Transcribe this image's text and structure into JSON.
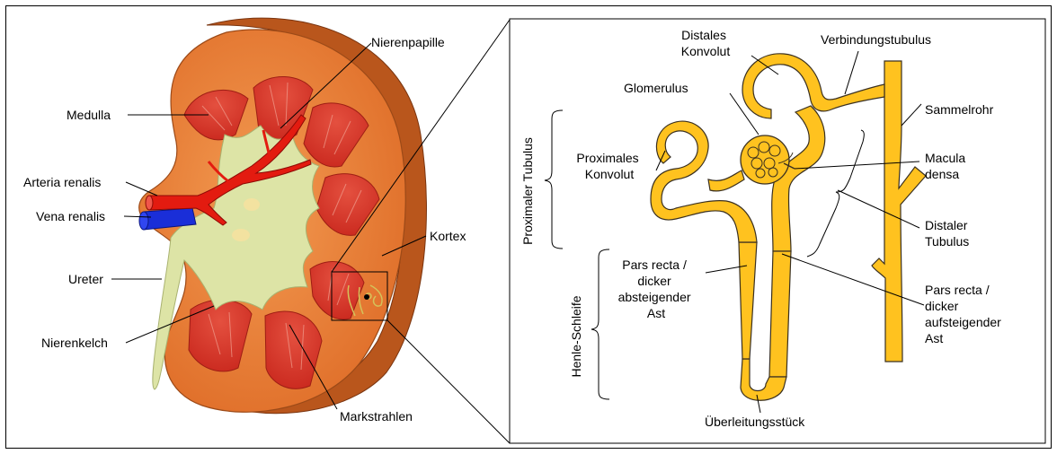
{
  "kidney_labels": {
    "nierenpapille": "Nierenpapille",
    "medulla": "Medulla",
    "arteria_renalis": "Arteria renalis",
    "vena_renalis": "Vena renalis",
    "kortex": "Kortex",
    "ureter": "Ureter",
    "nierenkelch": "Nierenkelch",
    "markstrahlen": "Markstrahlen"
  },
  "nephron_labels": {
    "distales_konvolut": [
      "Distales",
      "Konvolut"
    ],
    "verbindungstubulus": "Verbindungstubulus",
    "glomerulus": "Glomerulus",
    "sammelrohr": "Sammelrohr",
    "proximales_konvolut": [
      "Proximales",
      "Konvolut"
    ],
    "macula_densa": [
      "Macula",
      "densa"
    ],
    "distaler_tubulus": [
      "Distaler",
      "Tubulus"
    ],
    "pars_recta_absteigend": [
      "Pars recta /",
      "dicker",
      "absteigender",
      "Ast"
    ],
    "pars_recta_aufsteigend": [
      "Pars recta /",
      "dicker",
      "aufsteigender",
      "Ast"
    ],
    "ueberleitungsstueck": "Überleitungsstück"
  },
  "bracket_labels": {
    "proximaler_tubulus": "Proximaler Tubulus",
    "henle_schleife": "Henle-Schleife"
  },
  "colors": {
    "cortex": "#E8803A",
    "cortex_dark": "#B9561C",
    "medulla_pyramid": "#D8392B",
    "pelvis": "#DDE4A6",
    "artery": "#E31B10",
    "vein": "#1A2ED8",
    "tubule": "#FFC21F"
  }
}
